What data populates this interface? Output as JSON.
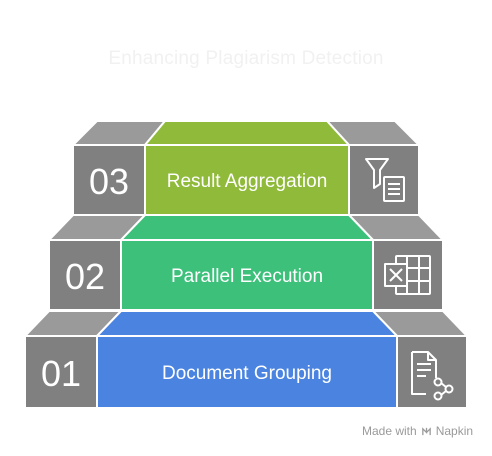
{
  "title": "Enhancing Plagiarism Detection",
  "steps": [
    {
      "number": "03",
      "label": "Result Aggregation",
      "icon": "filter-document-icon",
      "color": "#8fba3a"
    },
    {
      "number": "02",
      "label": "Parallel Execution",
      "icon": "spreadsheet-icon",
      "color": "#3cc07a"
    },
    {
      "number": "01",
      "label": "Document Grouping",
      "icon": "document-share-icon",
      "color": "#4a84e0"
    }
  ],
  "colors": {
    "side_dark": "#808080",
    "side_top": "#9a9a9a",
    "outline": "#ffffff"
  },
  "footer": {
    "made_with": "Made with",
    "brand": "Napkin"
  }
}
